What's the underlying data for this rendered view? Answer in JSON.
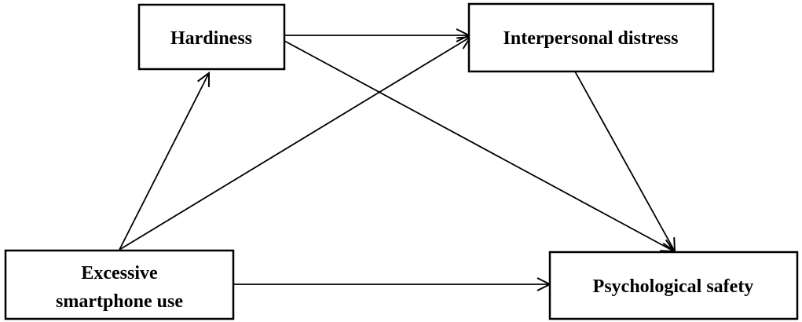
{
  "nodes": {
    "hardiness": {
      "label": "Hardiness"
    },
    "interpersonal_distress": {
      "label": "Interpersonal distress"
    },
    "excessive_smartphone_use": {
      "label_line1": "Excessive",
      "label_line2": "smartphone use"
    },
    "psychological_safety": {
      "label": "Psychological safety"
    }
  },
  "edges": [
    {
      "from": "Hardiness",
      "to": "Interpersonal distress"
    },
    {
      "from": "Hardiness",
      "to": "Psychological safety"
    },
    {
      "from": "Excessive smartphone use",
      "to": "Hardiness"
    },
    {
      "from": "Excessive smartphone use",
      "to": "Interpersonal distress"
    },
    {
      "from": "Excessive smartphone use",
      "to": "Psychological safety"
    },
    {
      "from": "Interpersonal distress",
      "to": "Psychological safety"
    }
  ],
  "colors": {
    "stroke": "#000000",
    "background": "#ffffff"
  }
}
